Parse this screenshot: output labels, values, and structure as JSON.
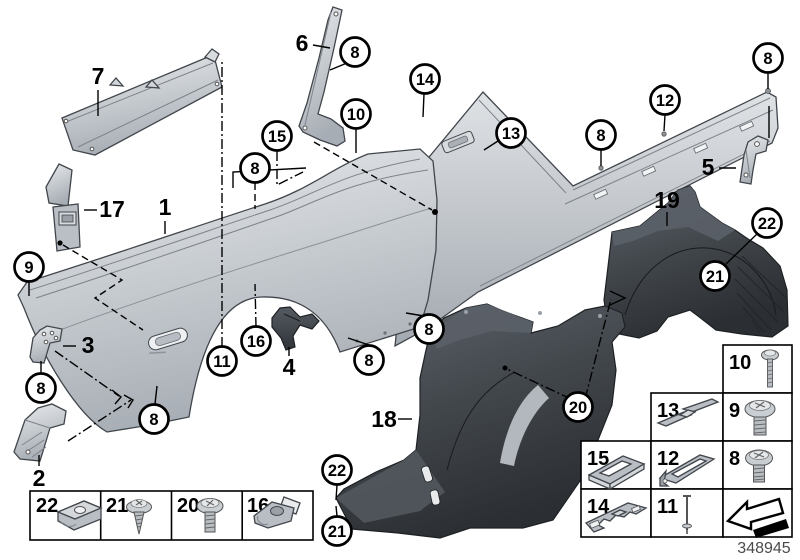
{
  "drawing_number": "348945",
  "colors": {
    "part_light": "#c4c9ce",
    "part_light_highlight": "#e9ebed",
    "part_light_shadow": "#9aa0a6",
    "part_dark": "#3f4347",
    "outline": "#41464c",
    "background": "#ffffff"
  },
  "balloons": [
    {
      "label": "8"
    },
    {
      "label": "14"
    },
    {
      "label": "10"
    },
    {
      "label": "15"
    },
    {
      "label": "8"
    },
    {
      "label": "13"
    },
    {
      "label": "8"
    },
    {
      "label": "12"
    },
    {
      "label": "8"
    },
    {
      "label": "9"
    },
    {
      "label": "8"
    },
    {
      "label": "8"
    },
    {
      "label": "11"
    },
    {
      "label": "16"
    },
    {
      "label": "8"
    },
    {
      "label": "8"
    },
    {
      "label": "22"
    },
    {
      "label": "21"
    },
    {
      "label": "20"
    },
    {
      "label": "22"
    },
    {
      "label": "21"
    }
  ],
  "part_labels": {
    "p1": "1",
    "p2": "2",
    "p3": "3",
    "p4": "4",
    "p5": "5",
    "p6": "6",
    "p7": "7",
    "p17": "17",
    "p18": "18",
    "p19": "19"
  },
  "legend_left": {
    "items": [
      {
        "number": "22",
        "icon": "clip-nut"
      },
      {
        "number": "21",
        "icon": "self-tapping-screw"
      },
      {
        "number": "20",
        "icon": "pan-head-screw"
      },
      {
        "number": "16",
        "icon": "clip-nut-angled"
      }
    ]
  },
  "legend_right": {
    "cells": [
      {
        "number": "10",
        "icon": "long-screw"
      },
      {
        "number": "13",
        "icon": "adapter-plate"
      },
      {
        "number": "9",
        "icon": "washer-head-screw"
      },
      {
        "number": "15",
        "icon": "u-shim"
      },
      {
        "number": "12",
        "icon": "hook-plate"
      },
      {
        "number": "8",
        "icon": "washer-head-screw"
      },
      {
        "number": "14",
        "icon": "notched-shim"
      },
      {
        "number": "11",
        "icon": "pin-rivet"
      },
      {
        "number": "",
        "icon": "direction-arrow"
      }
    ]
  }
}
